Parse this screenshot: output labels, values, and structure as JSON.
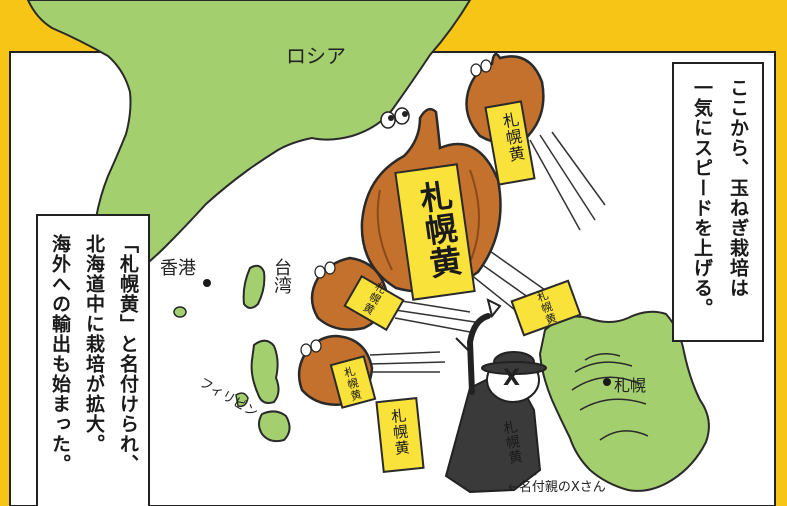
{
  "map_labels": {
    "russia": "ロシア",
    "hong_kong": "香港",
    "taiwan": "台湾",
    "philippines": "フィリピン",
    "sapporo": "札幌"
  },
  "tag_text": "札幌黄",
  "caption_right": {
    "line1": "ここから、玉ねぎ栽培は",
    "line2": "一気にスピードを上げる。"
  },
  "caption_left": {
    "line1": "「札幌黄」と名付けられ、",
    "line2": "北海道中に栽培が拡大。",
    "line3": "海外への輸出も始まった。"
  },
  "annotation": "←名付親のXさん",
  "person_face_mark": "X",
  "colors": {
    "background": "#f6c515",
    "land": "#a3cf6f",
    "onion": "#c4712e",
    "tag": "#f9e23a",
    "ink": "#1a1a1a"
  }
}
